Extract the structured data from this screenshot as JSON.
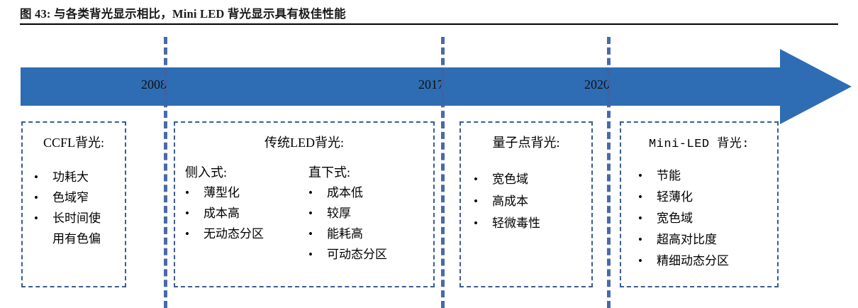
{
  "figure": {
    "title": "图 43: 与各类背光显示相比，Mini LED 背光显示具有极佳性能"
  },
  "colors": {
    "arrow_blue": "#2E6DB4",
    "dashed_blue": "#3A5C96",
    "divider_blue": "#3F63A5",
    "text_black": "#000000"
  },
  "timeline": {
    "years": [
      "2008",
      "2017",
      "2020"
    ],
    "arrow_direction": "right"
  },
  "categories": [
    {
      "id": "ccfl",
      "title": "CCFL背光:",
      "bullet": "•",
      "items": [
        {
          "text": "功耗大",
          "cont": ""
        },
        {
          "text": "色域窄",
          "cont": ""
        },
        {
          "text": "长时间使",
          "cont": "用有色偏"
        }
      ]
    },
    {
      "id": "traditional-led",
      "title": "传统LED背光:",
      "bullet": "•",
      "columns": [
        {
          "head": "侧入式:",
          "items": [
            "薄型化",
            "成本高",
            "无动态分区"
          ]
        },
        {
          "head": "直下式:",
          "items": [
            "成本低",
            "较厚",
            "能耗高",
            "可动态分区"
          ]
        }
      ]
    },
    {
      "id": "quantum-dot",
      "title": "量子点背光:",
      "bullet": "•",
      "items": [
        {
          "text": "宽色域",
          "cont": ""
        },
        {
          "text": "高成本",
          "cont": ""
        },
        {
          "text": "轻微毒性",
          "cont": ""
        }
      ]
    },
    {
      "id": "mini-led",
      "title": "Mini-LED 背光:",
      "bullet": "•",
      "items": [
        {
          "text": "节能",
          "cont": ""
        },
        {
          "text": "轻薄化",
          "cont": ""
        },
        {
          "text": "宽色域",
          "cont": ""
        },
        {
          "text": "超高对比度",
          "cont": ""
        },
        {
          "text": "精细动态分区",
          "cont": ""
        }
      ]
    }
  ]
}
